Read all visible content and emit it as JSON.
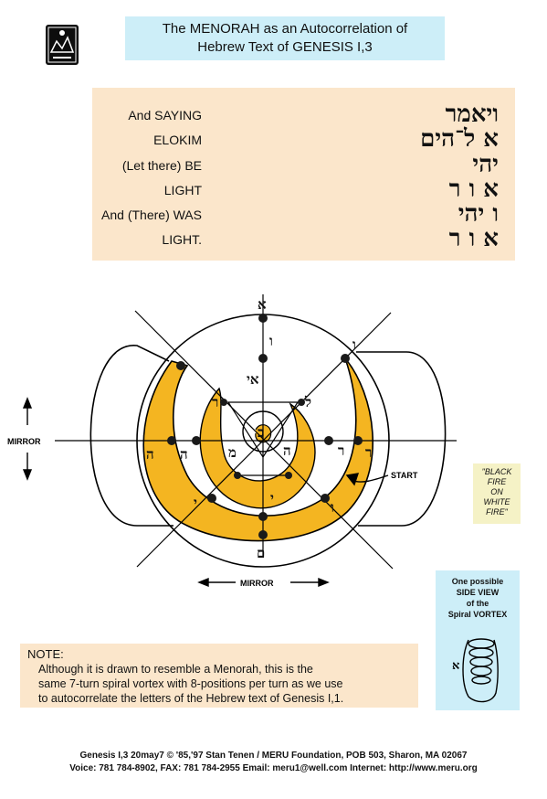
{
  "header": {
    "logo_icon": "meru-logo-icon",
    "title_line1": "The MENORAH as an Autocorrelation of",
    "title_line2": "Hebrew Text of GENESIS I,3"
  },
  "verse": [
    {
      "english": "And SAYING",
      "hebrew": "ויאמר"
    },
    {
      "english": "ELOKIM",
      "hebrew": "א ל־הים"
    },
    {
      "english": "(Let there) BE",
      "hebrew": "יהי"
    },
    {
      "english": "LIGHT",
      "hebrew": "א ו ר"
    },
    {
      "english": "And (There) WAS",
      "hebrew": "ו  יהי"
    },
    {
      "english": "LIGHT.",
      "hebrew": "א ו ר"
    }
  ],
  "diagram": {
    "mirror_left": "MIRROR",
    "mirror_bottom": "MIRROR",
    "start_label": "START",
    "letters": {
      "top": "א",
      "upper_mid": "ו",
      "upper_right": "ו",
      "right_outer": "ר",
      "center_upper": "אי",
      "center_left": "ר",
      "center_right": "ל",
      "center": "ב",
      "left_outer": "ה",
      "left_inner": "ה",
      "inner_right": "ה",
      "inner_left": "מ",
      "inner_bottom": "י",
      "lower_left": "י",
      "lower_right": "ו",
      "bottom": "ם",
      "right_inner": "ר"
    },
    "colors": {
      "spiral": "#f4b521",
      "stroke": "#000000"
    }
  },
  "black_fire_lines": [
    "\"BLACK",
    "FIRE",
    "ON",
    "WHITE",
    "FIRE\""
  ],
  "side_view": {
    "label": "One possible\nSIDE VIEW\nof the\nSpiral VORTEX",
    "letter": "א"
  },
  "note": {
    "heading": "NOTE:",
    "line1": "Although it is drawn to resemble a Menorah, this is the",
    "line2": "same 7-turn spiral vortex with 8-positions per turn as we use",
    "line3": "to autocorrelate the letters of the Hebrew text of Genesis I,1."
  },
  "footer": {
    "line1": "Genesis I,3 20may7 © '85,'97 Stan Tenen / MERU Foundation, POB 503, Sharon, MA 02067",
    "line2": "Voice: 781 784-8902,   FAX: 781 784-2955     Email:  meru1@well.com     Internet:  http://www.meru.org"
  }
}
